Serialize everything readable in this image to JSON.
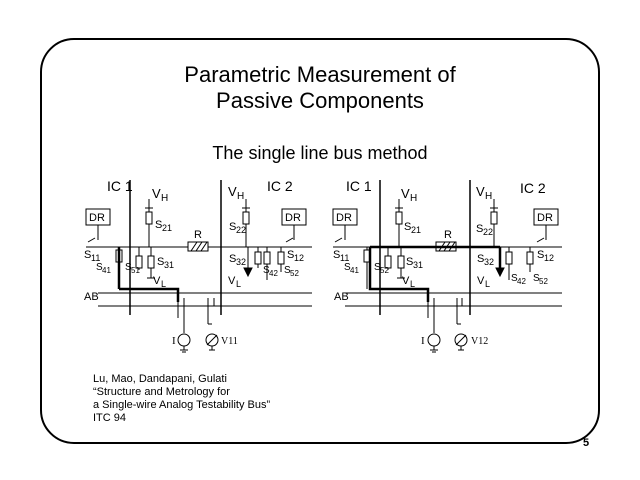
{
  "slide": {
    "title_line1": "Parametric Measurement of",
    "title_line2": "Passive Components",
    "subtitle": "The single line bus method",
    "reference": [
      "Lu, Mao, Dandapani, Gulati",
      "“Structure and Metrology for",
      "a Single-wire Analog Testability Bus”",
      "ITC 94"
    ],
    "page_number": "5"
  },
  "left_circuit": {
    "ic1": "IC 1",
    "ic2": "IC 2",
    "vh1": "V",
    "vh1_sub": "H",
    "vh2": "V",
    "vh2_sub": "H",
    "dr1": "DR",
    "dr2": "DR",
    "s21": "S",
    "s21_sub": "21",
    "s22": "S",
    "s22_sub": "22",
    "r": "R",
    "s11": "S",
    "s11_sub": "11",
    "s41": "S",
    "s41_sub": "41",
    "s51": "S",
    "s51_sub": "51",
    "s31": "S",
    "s31_sub": "31",
    "vl1": "V",
    "vl1_sub": "L",
    "s32": "S",
    "s32_sub": "32",
    "vl2": "V",
    "vl2_sub": "L",
    "s42": "S",
    "s42_sub": "42",
    "s52": "S",
    "s52_sub": "52",
    "s12": "S",
    "s12_sub": "12",
    "ab": "AB",
    "i": "I",
    "meter": "V11"
  },
  "right_circuit": {
    "ic1": "IC 1",
    "ic2": "IC 2",
    "vh1": "V",
    "vh1_sub": "H",
    "vh2": "V",
    "vh2_sub": "H",
    "dr1": "DR",
    "dr2": "DR",
    "s21": "S",
    "s21_sub": "21",
    "s22": "S",
    "s22_sub": "22",
    "r": "R",
    "s11": "S",
    "s11_sub": "11",
    "s41": "S",
    "s41_sub": "41",
    "s52a": "S",
    "s52a_sub": "52",
    "s31": "S",
    "s31_sub": "31",
    "vl1": "V",
    "vl1_sub": "L",
    "s32": "S",
    "s32_sub": "32",
    "vl2": "V",
    "vl2_sub": "L",
    "s42": "S",
    "s42_sub": "42",
    "s52": "S",
    "s52_sub": "52",
    "s12": "S",
    "s12_sub": "12",
    "ab": "AB",
    "i": "I",
    "meter": "V12"
  }
}
